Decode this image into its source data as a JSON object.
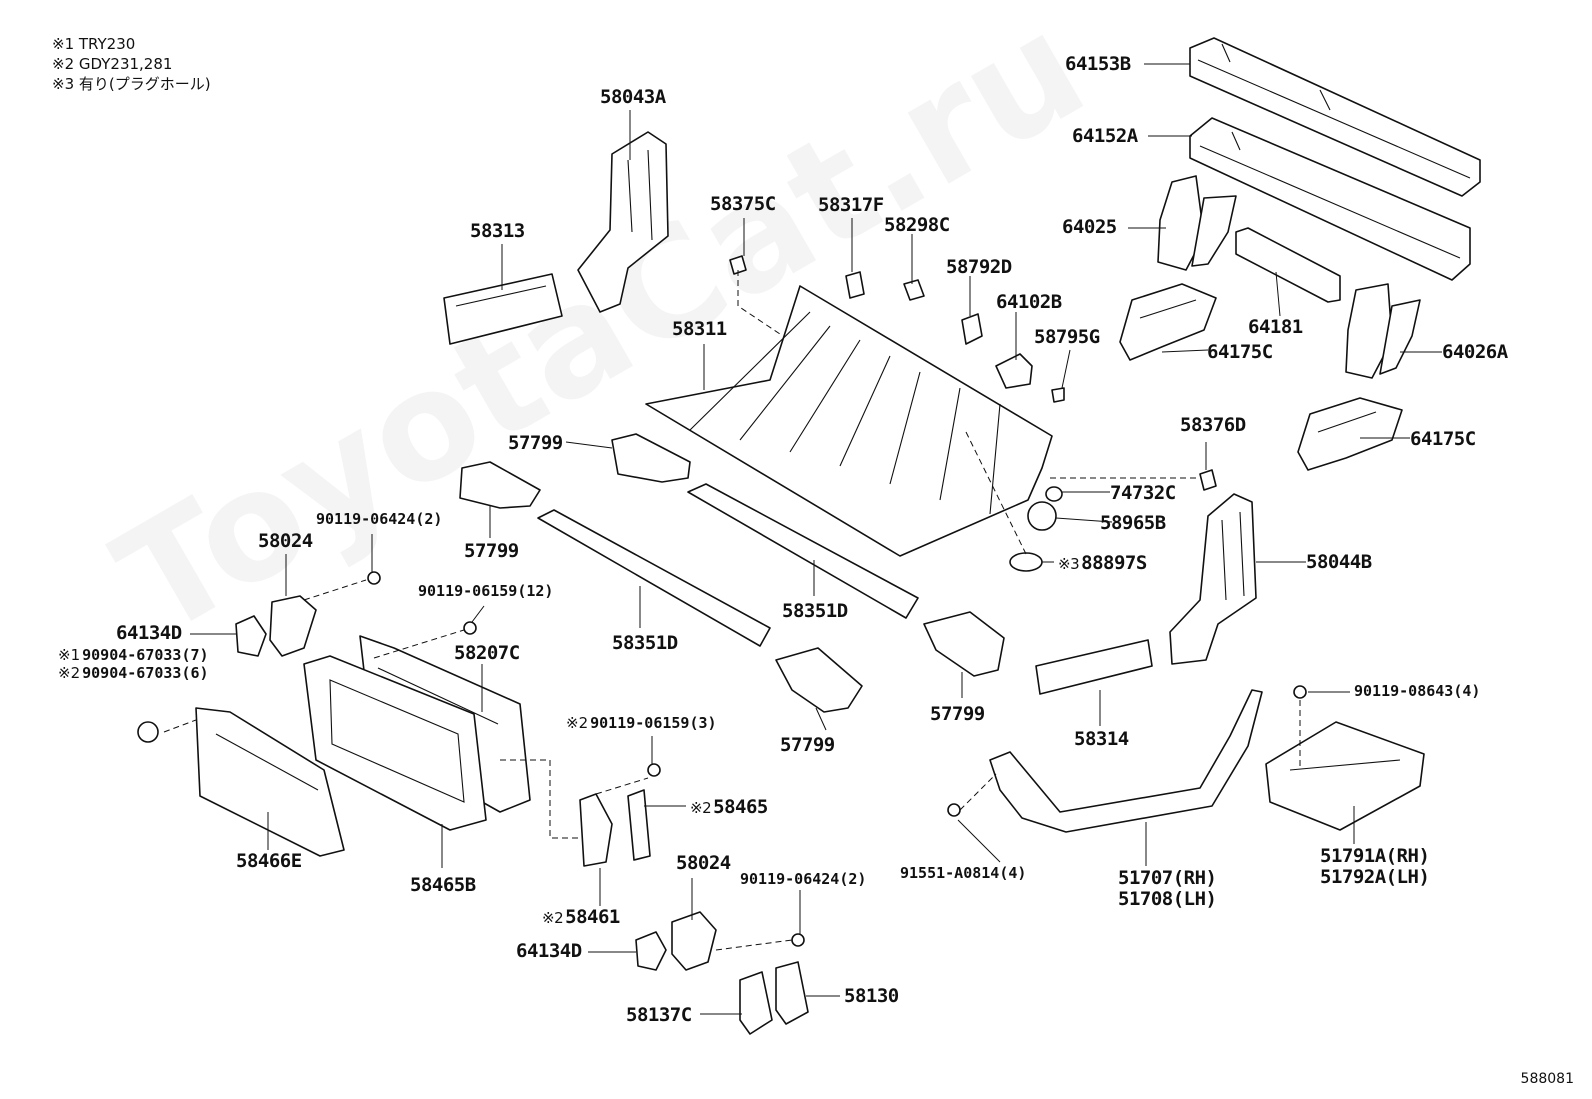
{
  "notes": [
    "※1 TRY230",
    "※2 GDY231,281",
    "※3 有り(プラグホール)"
  ],
  "watermark": "ToyotaCat.ru",
  "figure_number": "588081",
  "labels": {
    "l64153B": "64153B",
    "l64152A": "64152A",
    "l64025": "64025",
    "l64181": "64181",
    "l64175C_1": "64175C",
    "l64026A": "64026A",
    "l64175C_2": "64175C",
    "l58043A": "58043A",
    "l58313": "58313",
    "l58375C": "58375C",
    "l58317F": "58317F",
    "l58298C": "58298C",
    "l58792D": "58792D",
    "l64102B": "64102B",
    "l58795G": "58795G",
    "l58311": "58311",
    "l58376D": "58376D",
    "l74732C": "74732C",
    "l58965B": "58965B",
    "l88897S": "88897S",
    "l57799_1": "57799",
    "l57799_2": "57799",
    "l57799_3": "57799",
    "l57799_4": "57799",
    "l58044B": "58044B",
    "l58351D_1": "58351D",
    "l58351D_2": "58351D",
    "l58314": "58314",
    "l58024_1": "58024",
    "l58024_2": "58024",
    "l90119_06424_1": "90119-06424(2)",
    "l90119_06424_2": "90119-06424(2)",
    "l90119_06159_12": "90119-06159(12)",
    "l90119_06159_3": "90119-06159(3)",
    "l90119_08643": "90119-08643(4)",
    "l58207C": "58207C",
    "l64134D_1": "64134D",
    "l64134D_2": "64134D",
    "l90904_7": "90904-67033(7)",
    "l90904_6": "90904-67033(6)",
    "l58466E": "58466E",
    "l58465B": "58465B",
    "l58465": "58465",
    "l58461": "58461",
    "l58137C": "58137C",
    "l58130": "58130",
    "l91551": "91551-A0814(4)",
    "l51707": "51707(RH)",
    "l51708": "51708(LH)",
    "l51791A": "51791A(RH)",
    "l51792A": "51792A(LH)"
  },
  "marks": {
    "m1": "※1",
    "m2": "※2",
    "m3": "※3"
  }
}
